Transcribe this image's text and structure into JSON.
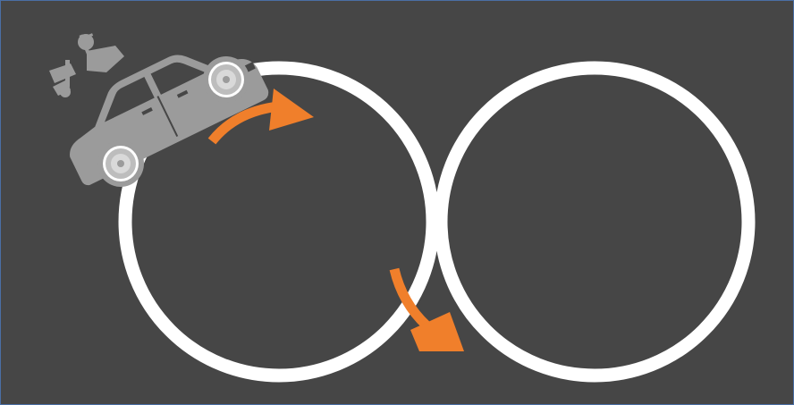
{
  "diagram": {
    "colors": {
      "background": "#464646",
      "track": "#ffffff",
      "arrow": "#f07f2b",
      "vehicle": "#9b9b9b",
      "wheel": "#d9d9d9",
      "frame_border": "#4a6fa5"
    },
    "track": {
      "shape": "figure-eight",
      "loops": [
        "left-loop",
        "right-loop"
      ]
    },
    "vehicle": {
      "type": "car-with-roof-sensors",
      "icon": "autonomous-car-icon"
    },
    "arrows": [
      {
        "name": "clockwise-arrow",
        "direction": "clockwise"
      },
      {
        "name": "crossover-arrow",
        "direction": "down-right"
      }
    ]
  }
}
